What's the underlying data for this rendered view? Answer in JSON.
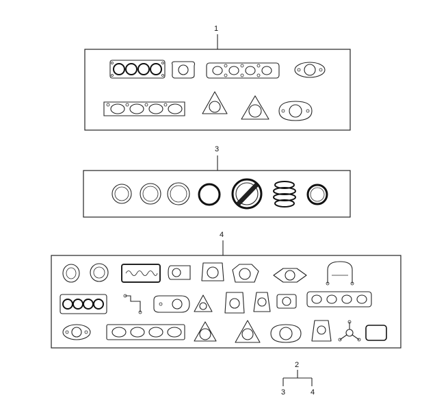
{
  "callouts": {
    "group_1": "1",
    "group_3": "3",
    "group_4": "4",
    "legend_parent": "2",
    "legend_child_a": "3",
    "legend_child_b": "4"
  }
}
